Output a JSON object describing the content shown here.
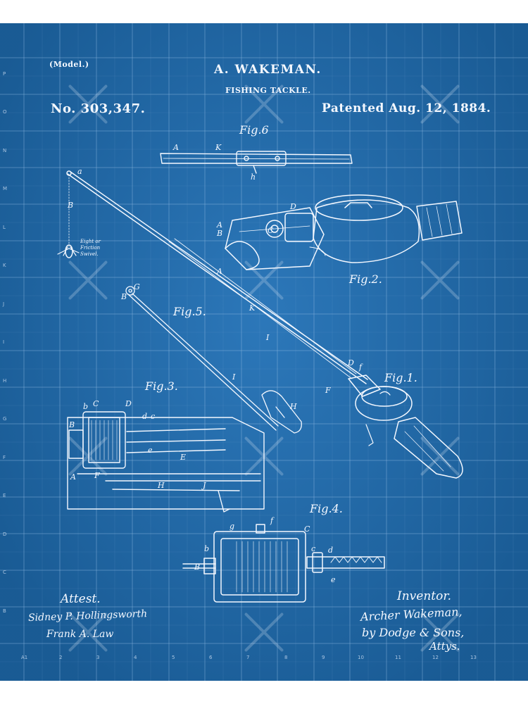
{
  "header": {
    "model_label": "(Model.)",
    "inventor_name": "A. WAKEMAN.",
    "title": "FISHING TACKLE.",
    "patent_number": "No. 303,347.",
    "patent_date": "Patented Aug. 12, 1884."
  },
  "figures": {
    "fig1": "Fig.1.",
    "fig2": "Fig.2.",
    "fig3": "Fig.3.",
    "fig4": "Fig.4.",
    "fig5": "Fig.5.",
    "fig6": "Fig.6"
  },
  "small_note": "Eight or Friction Swivel.",
  "signatures": {
    "attest_label": "Attest.",
    "witness_1": "Sidney P. Hollingsworth",
    "witness_2": "Frank A. Law",
    "inventor_label": "Inventor.",
    "inventor_signature": "Archer Wakeman,",
    "attorney_line": "by Dodge & Sons,",
    "attorney_label": "Attys."
  },
  "ruler": {
    "left": [
      "P",
      "O",
      "N",
      "M",
      "L",
      "K",
      "J",
      "I",
      "H",
      "G",
      "F",
      "E",
      "D",
      "C",
      "B"
    ],
    "bottom": [
      "A1",
      "2",
      "3",
      "4",
      "5",
      "6",
      "7",
      "8",
      "9",
      "10",
      "11",
      "12",
      "13"
    ]
  },
  "colors": {
    "blueprint": "#1f6fb5",
    "ink": "#f4f8ff",
    "grid_line": "#8fb7e0"
  }
}
